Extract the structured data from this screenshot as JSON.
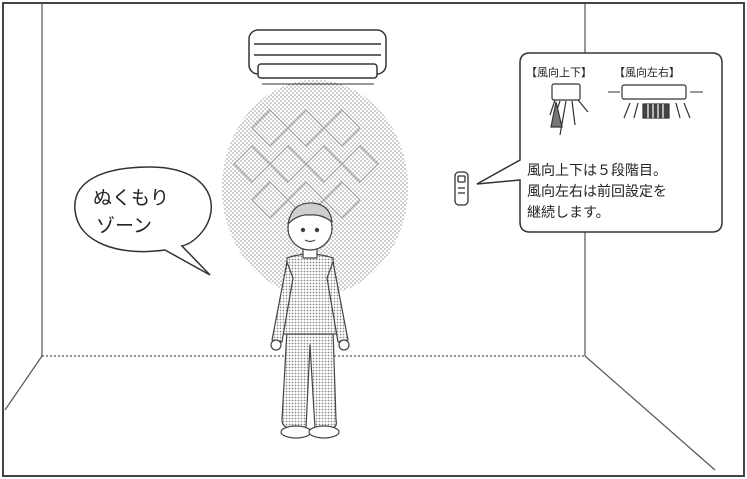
{
  "speech_bubble": {
    "line1": "ぬくもり",
    "line2": "ゾーン"
  },
  "info_box": {
    "tag_vertical": "【風向上下】",
    "tag_horizontal": "【風向左右】",
    "line1": "風向上下は５段階目。",
    "line2": "風向左右は前回設定を",
    "line3": "継続します。"
  },
  "icons": [
    "air-conditioner-icon",
    "remote-control-icon",
    "person-icon"
  ],
  "colors": {
    "line": "#333333",
    "zone_dot": "#9a9a9a",
    "background": "#ffffff"
  }
}
